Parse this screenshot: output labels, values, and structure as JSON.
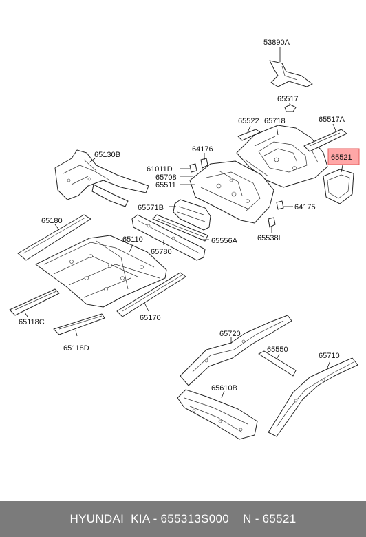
{
  "labels": {
    "p53890A": "53890A",
    "p65517": "65517",
    "p65522": "65522",
    "p65718": "65718",
    "p65517A": "65517A",
    "p65521": "65521",
    "p64176": "64176",
    "p65130B": "65130B",
    "p61011D": "61011D",
    "p65708": "65708",
    "p65511": "65511",
    "p64175": "64175",
    "p65571B": "65571B",
    "p65180": "65180",
    "p65110": "65110",
    "p65538L": "65538L",
    "p65556A": "65556A",
    "p65780": "65780",
    "p65118C": "65118C",
    "p65170": "65170",
    "p65118D": "65118D",
    "p65720": "65720",
    "p65550": "65550",
    "p65710": "65710",
    "p65610B": "65610B"
  },
  "highlight": {
    "part": "65521",
    "color": "#ff8a8a"
  },
  "footer": {
    "brand": "HYUNDAI  KIA - 655313S000",
    "part_ref": "N - 65521"
  }
}
